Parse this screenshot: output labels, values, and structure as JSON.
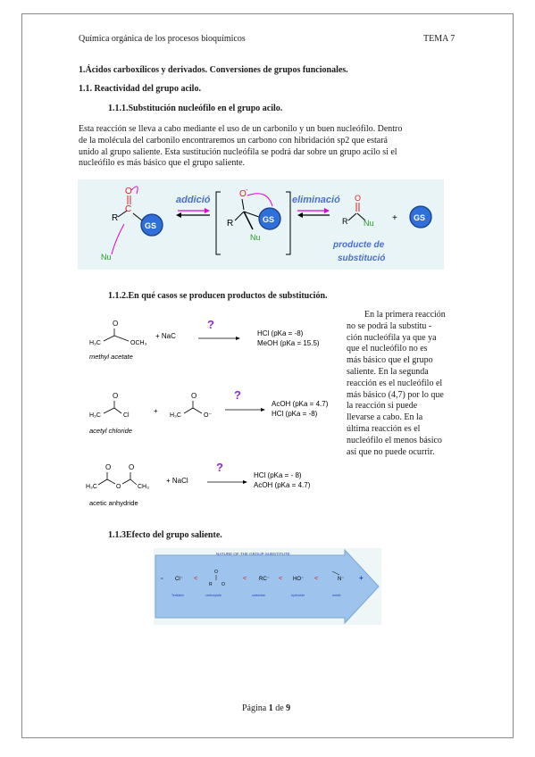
{
  "header": {
    "title": "Química orgánica de los procesos bioquímicos",
    "topic": "TEMA 7"
  },
  "sections": {
    "s1": "1.Ácidos carboxílicos y derivados. Conversiones de grupos funcionales.",
    "s11": "1.1. Reactividad del grupo acilo.",
    "s111": "1.1.1.Substitución nucleófilo en el grupo acilo.",
    "s112": "1.1.2.En qué casos se producen productos de substitución.",
    "s113": "1.1.3Efecto del grupo saliente."
  },
  "intro_lines": [
    "Esta reacción se lleva a cabo mediante el uso de un carbonilo y un buen nucleófilo. Dentro",
    "de la molécula del carbonilo encontraremos un carbono con hibridación sp2 que estará",
    "unido al grupo saliente. Esta sustitución nucleófila se podrá dar sobre un grupo acilo si el",
    "nucleófilo es más básico que el grupo saliente."
  ],
  "mechanism": {
    "addicio": "addició",
    "eliminacio": "eliminació",
    "product_line1": "producte de",
    "product_line2": "substitució",
    "gs": "GS",
    "nu": "Nu",
    "r": "R",
    "o": "O",
    "c": "C",
    "plus": "+"
  },
  "reactions": [
    {
      "name": "methyl acetate",
      "reagent": "+ NaC",
      "question": "?",
      "prod1": "HCl (pKa = -8)",
      "prod2": "MeOH (pKa = 15.5)"
    },
    {
      "name": "acetyl chloride",
      "reagent": "+",
      "question": "?",
      "prod1": "AcOH (pKa = 4.7)",
      "prod2": "HCl (pKa = -8)"
    },
    {
      "name": "acetic anhydride",
      "reagent": "+ NaCl",
      "question": "?",
      "prod1": "HCl (pKa = - 8)",
      "prod2": "AcOH (pKa = 4.7)"
    }
  ],
  "side_text_lines": [
    "En la primera reacción",
    "no se podrá la substitu -",
    "ción nucleófila ya que ya",
    "que el nucleófilo no es",
    "más básico que el grupo",
    "saliente. En la segunda",
    "reacción es el nucleófilo el",
    "más básico (4,7) por lo que",
    "la reacción si puede",
    "llevarse a cabo. En la",
    "última reacción es el",
    "nucleófilo el menos básico",
    "así que no puede ocurrir."
  ],
  "arrow": {
    "title": "NATURE OF THE GROUP SUBSTITUTE",
    "minus": "-",
    "plus": "+",
    "lt": "<",
    "groups": [
      "Cl⁻",
      "RC⁻",
      "HO⁻",
      "N⁻"
    ],
    "labels": [
      "Textlabel",
      "carboxylate",
      "carbanion",
      "hydroxide",
      "amide"
    ]
  },
  "footer": {
    "pre": "Página ",
    "page": "1",
    "mid": " de ",
    "total": "9"
  },
  "colors": {
    "arrow_fill": "#9ec3ec",
    "blue_text": "#4a6fd1",
    "magenta": "#e000e0",
    "green": "#2a9a2a",
    "red_o": "#e02020"
  }
}
